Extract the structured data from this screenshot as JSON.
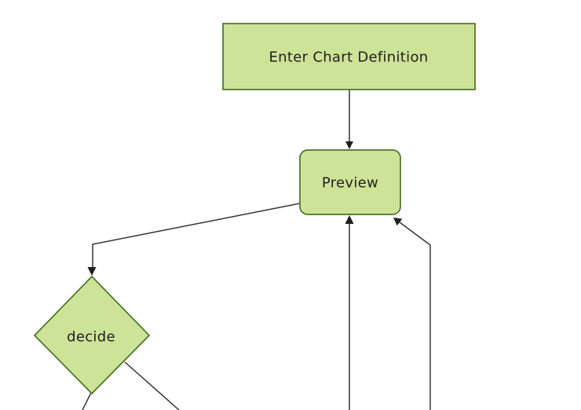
{
  "diagram": {
    "type": "flowchart",
    "orientation": "top-down",
    "nodes": [
      {
        "id": "A",
        "label": "Enter Chart Definition",
        "shape": "rectangle"
      },
      {
        "id": "B",
        "label": "Preview",
        "shape": "rounded-rectangle"
      },
      {
        "id": "C",
        "label": "decide",
        "shape": "diamond"
      }
    ],
    "edges": [
      {
        "from": "A",
        "to": "B",
        "arrow": "down into Preview top"
      },
      {
        "from": "B",
        "to": "C",
        "arrow": "down-left into decide top"
      },
      {
        "from": "offscreen-bottom",
        "to": "B",
        "arrow": "up into Preview bottom"
      },
      {
        "from": "offscreen-bottom-right",
        "to": "B",
        "arrow": "up-left into Preview bottom-right corner"
      },
      {
        "from": "C",
        "to": "offscreen-bottom-left",
        "arrow": "none visible, exits bottom edge"
      },
      {
        "from": "C",
        "to": "offscreen-bottom-right",
        "arrow": "none visible, exits bottom edge"
      }
    ],
    "colors": {
      "node_fill": "#cde498",
      "node_border": "#4a7326",
      "edge": "#333333",
      "arrow": "#1f1f1f",
      "text": "#1f1f1f",
      "background": "#ffffff"
    }
  }
}
